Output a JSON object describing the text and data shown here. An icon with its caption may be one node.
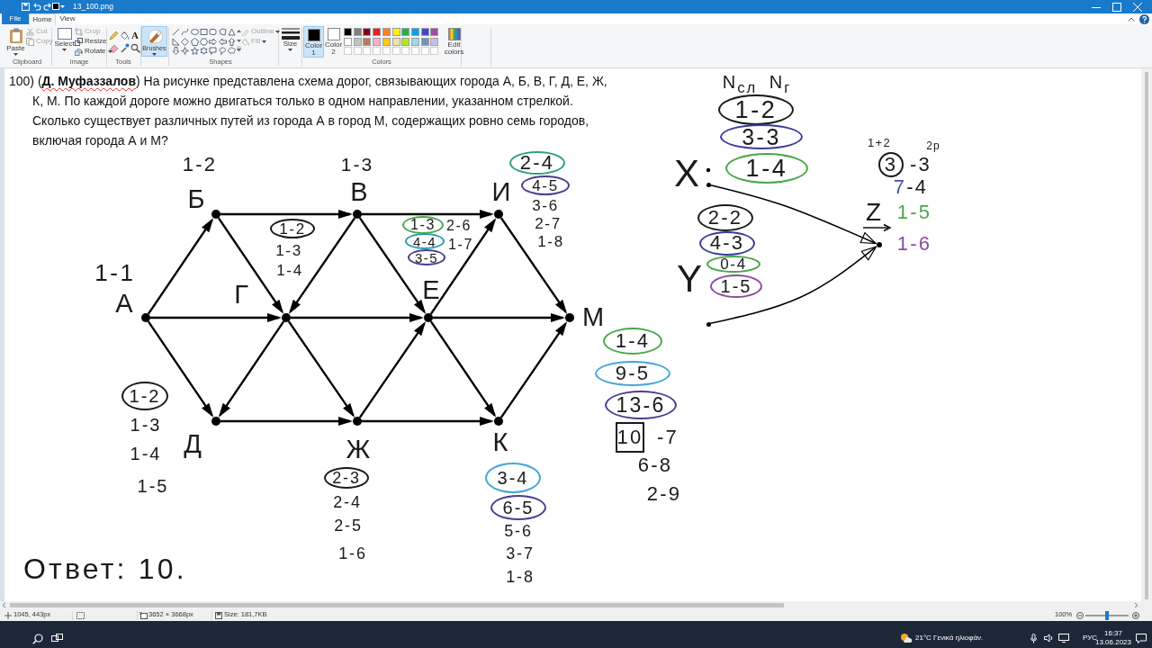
{
  "diagram": {
    "nodes": [
      {
        "text": [],
        "shape": "circle",
        "beside": [
          "А"
        ]
      },
      {
        "text": [],
        "shape": "circle",
        "beside": [
          "Б"
        ]
      },
      {
        "text": [],
        "shape": "circle",
        "beside": [
          "В"
        ]
      },
      {
        "text": [],
        "shape": "circle",
        "beside": [
          "И"
        ]
      },
      {
        "text": [],
        "shape": "circle",
        "beside": [
          "Г"
        ]
      },
      {
        "text": [],
        "shape": "circle",
        "beside": [
          "Е"
        ]
      },
      {
        "text": [],
        "shape": "circle",
        "beside": [
          "М"
        ]
      },
      {
        "text": [],
        "shape": "circle",
        "beside": [
          "Д"
        ]
      },
      {
        "text": [],
        "shape": "circle",
        "beside": [
          "Ж"
        ]
      },
      {
        "text": [],
        "shape": "circle",
        "beside": [
          "К"
        ]
      },
      {
        "text": [
          "1-2"
        ]
      },
      {
        "text": [
          "2-4"
        ]
      },
      {
        "text": [
          "4-5"
        ]
      },
      {
        "text": [
          "1-3"
        ]
      },
      {
        "text": [
          "4-4"
        ]
      },
      {
        "text": [
          "3-5"
        ]
      },
      {
        "text": [
          "1-4"
        ]
      },
      {
        "text": [
          "9-5"
        ]
      },
      {
        "text": [
          "13-6"
        ]
      },
      {
        "text": [
          "10"
        ],
        "beside": [
          "-7"
        ]
      },
      {
        "text": [
          "1-2"
        ]
      },
      {
        "text": [
          "2-3"
        ]
      },
      {
        "text": [
          "3-4"
        ]
      },
      {
        "text": [
          "6-5"
        ]
      },
      {
        "text": [
          "1-2"
        ]
      },
      {
        "text": [
          "3-3"
        ]
      },
      {
        "text": [
          "1-4"
        ]
      },
      {
        "text": [
          "2-2"
        ]
      },
      {
        "text": [
          "4-3"
        ]
      },
      {
        "text": [
          "0-4"
        ]
      },
      {
        "text": [
          "1-5"
        ]
      },
      {
        "text": [
          "3"
        ],
        "beside": [
          "-3"
        ]
      },
      {
        "text": [],
        "shape": "circle"
      },
      {
        "text": [],
        "shape": "circle"
      },
      {
        "text": [],
        "shape": "circle"
      }
    ],
    "edges": [
      {
        "from": 0,
        "to": 1,
        "arrow": "to"
      },
      {
        "from": 0,
        "to": 4,
        "arrow": "to"
      },
      {
        "from": 0,
        "to": 7,
        "arrow": "to"
      },
      {
        "from": 1,
        "to": 2,
        "arrow": "to"
      },
      {
        "from": 1,
        "to": 4,
        "arrow": "to"
      },
      {
        "from": 2,
        "to": 4,
        "arrow": "to"
      },
      {
        "from": 2,
        "to": 3,
        "arrow": "to"
      },
      {
        "from": 2,
        "to": 5,
        "arrow": "to"
      },
      {
        "from": 4,
        "to": 5,
        "arrow": "to"
      },
      {
        "from": 4,
        "to": 7,
        "arrow": "to"
      },
      {
        "from": 4,
        "to": 8,
        "arrow": "to"
      },
      {
        "from": 7,
        "to": 8,
        "arrow": "to"
      },
      {
        "from": 8,
        "to": 5,
        "arrow": "to"
      },
      {
        "from": 8,
        "to": 9,
        "arrow": "to"
      },
      {
        "from": 5,
        "to": 3,
        "arrow": "to"
      },
      {
        "from": 5,
        "to": 6,
        "arrow": "to"
      },
      {
        "from": 5,
        "to": 9,
        "arrow": "to"
      },
      {
        "from": 3,
        "to": 6,
        "arrow": "to"
      },
      {
        "from": 9,
        "to": 6,
        "arrow": "to"
      },
      {
        "from": 32,
        "to": 34,
        "arrow": "to"
      },
      {
        "from": 33,
        "to": 34,
        "arrow": "to"
      }
    ],
    "labels": [
      "13_100.png",
      "File",
      "Home",
      "View",
      "Paste",
      "Cut",
      "Copy",
      "Select",
      "Crop",
      "Resize",
      "Rotate",
      "A",
      "Brushes",
      "Outline",
      "Fill",
      "Size",
      "Color 1",
      "Color 2",
      "Edit colors",
      "Clipboard",
      "Image",
      "Tools",
      "Shapes",
      "Colors",
      "100) (**Д. Муфаззалов**) На рисунке представлена схема дорог, связывающих города А, Б, В, Г, Д, Е, Ж, К, М. По каждой дороге можно двигаться только в одном направлении, указанном стрелкой. Сколько существует различных путей из города А в город М, содержащих ровно семь городов, включая города А и М?",
      "N$_{сл}$",
      "N$_{г}$",
      "1+2",
      "2р",
      "1-2",
      "1-3",
      "X",
      "7-4",
      "3-6",
      "Z",
      "1-5",
      "1-6",
      "2-6",
      "2-7",
      "1-3",
      "1-7",
      "1-8",
      "1-1",
      "1-4",
      "Y",
      "1-3",
      "1-4",
      "6-8",
      "1-5",
      "2-4",
      "2-9",
      "2-5",
      "5-6",
      "Ответ: 10.",
      "1-6",
      "3-7",
      "1-8",
      "1045, 443px",
      "3652 × 3668px",
      "Size: 181,7KB",
      "100%",
      "21°C Γενικά ηλιοφάν.",
      "РУС",
      "16:37",
      "13.06.2023"
    ]
  }
}
